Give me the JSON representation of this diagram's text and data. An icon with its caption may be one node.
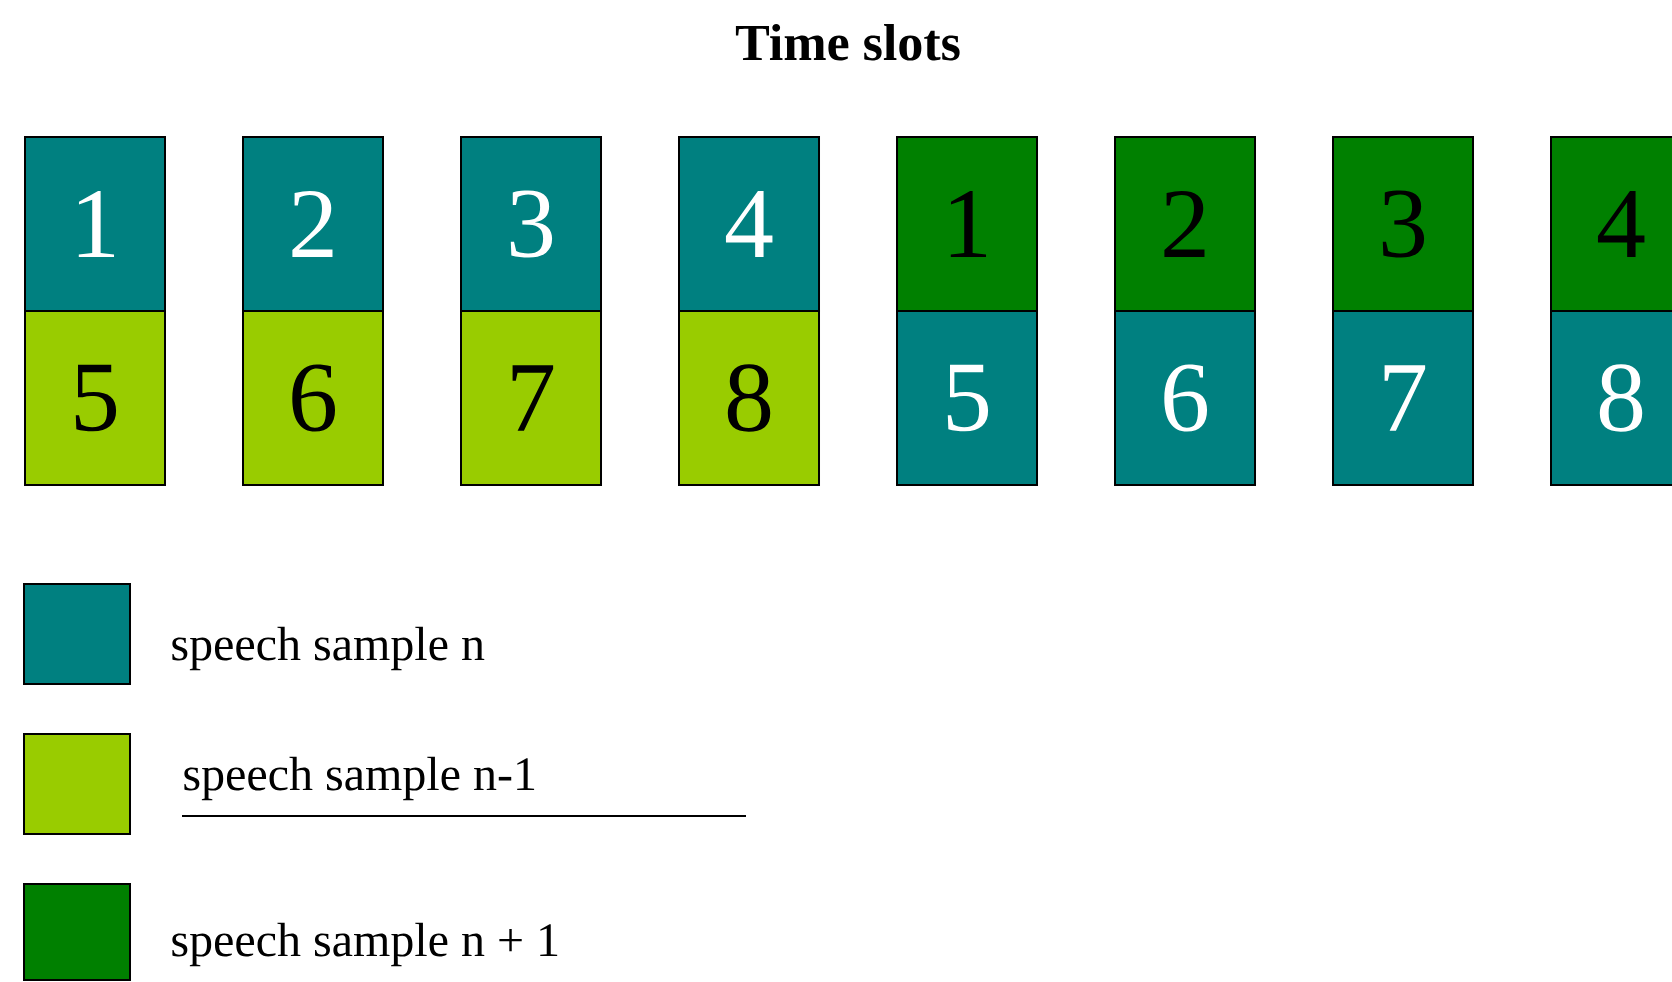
{
  "diagram": {
    "title": "Time slots",
    "nodes": [
      {
        "text": [
          "1"
        ]
      },
      {
        "text": [
          "2"
        ]
      },
      {
        "text": [
          "3"
        ]
      },
      {
        "text": [
          "4"
        ]
      },
      {
        "text": [
          "1"
        ]
      },
      {
        "text": [
          "2"
        ]
      },
      {
        "text": [
          "3"
        ]
      },
      {
        "text": [
          "4"
        ]
      },
      {
        "text": [
          "5"
        ]
      },
      {
        "text": [
          "6"
        ]
      },
      {
        "text": [
          "7"
        ]
      },
      {
        "text": [
          "8"
        ]
      },
      {
        "text": [
          "5"
        ]
      },
      {
        "text": [
          "6"
        ]
      },
      {
        "text": [
          "7"
        ]
      },
      {
        "text": [
          "8"
        ]
      }
    ],
    "legend": [
      {
        "text": "speech sample n",
        "color": "#008080"
      },
      {
        "text": "speech sample n-1",
        "color": "#99cc00"
      },
      {
        "text": "speech sample n + 1",
        "color": "#008000"
      }
    ]
  }
}
